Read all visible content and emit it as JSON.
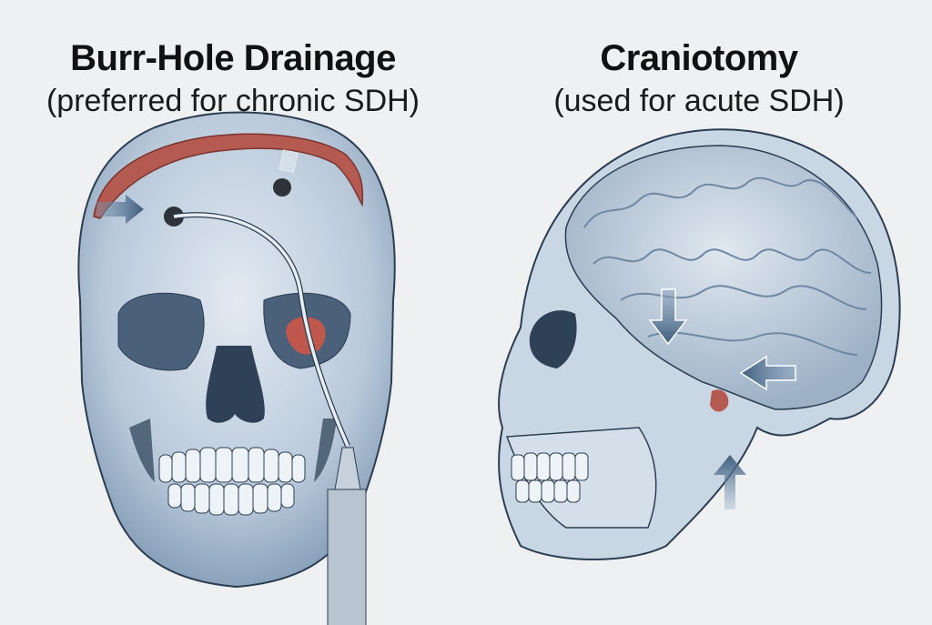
{
  "panels": [
    {
      "title": "Burr-Hole Drainage",
      "subtitle": "(preferred for chronic SDH)",
      "illustration": "front-view-skull-with-burr-holes-drain-catheter"
    },
    {
      "title": "Craniotomy",
      "subtitle": "(used for acute SDH)",
      "illustration": "lateral-view-skull-with-exposed-brain"
    }
  ],
  "colors": {
    "background": "#eff0f2",
    "bone": "#c9d6e3",
    "bone_shadow": "#6f88a3",
    "outline": "#2b3d52",
    "hematoma": "#b45a50",
    "arrow": "#4b6a8a"
  }
}
